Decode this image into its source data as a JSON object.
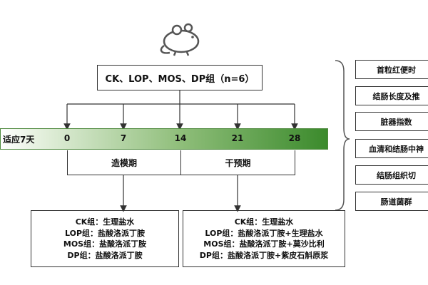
{
  "groups_label": "CK、LOP、MOS、DP组（n=6）",
  "timeline": {
    "start_label": "适应7天",
    "days": [
      "0",
      "7",
      "14",
      "21",
      "28"
    ]
  },
  "phases": {
    "modeling": "造模期",
    "intervention": "干预期"
  },
  "modeling_groups": [
    "CK组：生理盐水",
    "LOP组：盐酸洛派丁胺",
    "MOS组：盐酸洛派丁胺",
    "DP组：盐酸洛派丁胺"
  ],
  "intervention_groups": [
    "CK组：生理盐水",
    "LOP组：盐酸洛派丁胺+生理盐水",
    "MOS组：盐酸洛派丁胺+莫沙比利",
    "DP组：盐酸洛派丁胺+紫皮石斛原浆"
  ],
  "measurements": [
    "首粒红便时",
    "结肠长度及推",
    "脏器指数",
    "血清和结肠中神",
    "结肠组织切",
    "肠道菌群"
  ],
  "colors": {
    "bar_start": "#ffffff",
    "bar_end": "#3b8a2c",
    "line": "#333333"
  },
  "icons": {
    "mouse": "mouse-icon"
  }
}
